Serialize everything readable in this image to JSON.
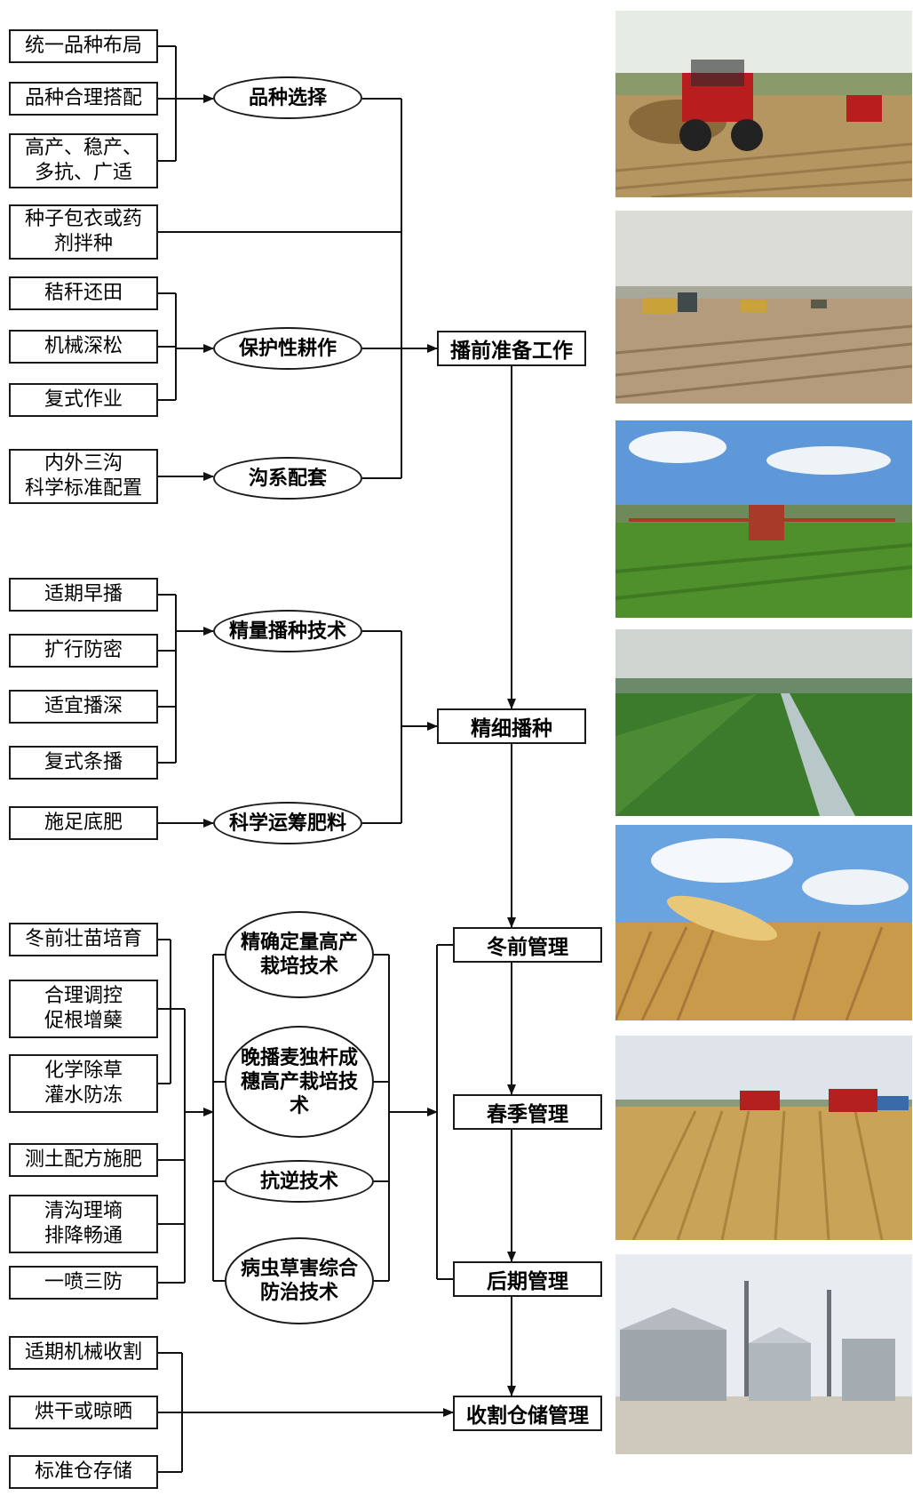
{
  "inputs": {
    "i1": "统一品种布局",
    "i2": "品种合理搭配",
    "i3": "高产、稳产、\n多抗、广适",
    "i4": "种子包衣或药\n剂拌种",
    "i5": "秸秆还田",
    "i6": "机械深松",
    "i7": "复式作业",
    "i8": "内外三沟\n科学标准配置",
    "i9": "适期早播",
    "i10": "扩行防密",
    "i11": "适宜播深",
    "i12": "复式条播",
    "i13": "施足底肥",
    "i14": "冬前壮苗培育",
    "i15": "合理调控\n促根增蘖",
    "i16": "化学除草\n灌水防冻",
    "i17": "测土配方施肥",
    "i18": "清沟理墒\n排降畅通",
    "i19": "一喷三防",
    "i20": "适期机械收割",
    "i21": "烘干或晾晒",
    "i22": "标准仓存储"
  },
  "techniques": {
    "t1": "品种选择",
    "t2": "保护性耕作",
    "t3": "沟系配套",
    "t4": "精量播种技术",
    "t5": "科学运筹肥料",
    "t6": "精确定量高产\n栽培技术",
    "t7": "晚播麦独杆成\n穗高产栽培技\n术",
    "t8": "抗逆技术",
    "t9": "病虫草害综合\n防治技术"
  },
  "stages": {
    "s1": "播前准备工作",
    "s2": "精细播种",
    "s3": "冬前管理",
    "s4": "春季管理",
    "s5": "后期管理",
    "s6": "收割仓储管理"
  },
  "photos": [
    {
      "subject": "tractor-straw-field",
      "sky": "#e6ece4",
      "ground": "#b59660",
      "accent": "#b81e1e"
    },
    {
      "subject": "tilled-field-tractors",
      "sky": "#dcdcd6",
      "ground": "#b39b7c",
      "accent": "#c9a23a"
    },
    {
      "subject": "sprayer-green-wheat",
      "sky": "#5e98d8",
      "ground": "#4f8f2c",
      "accent": "#a83a2a"
    },
    {
      "subject": "wheat-field-canal",
      "sky": "#cfd6d2",
      "ground": "#3c7a2c",
      "accent": "#b8c8c8"
    },
    {
      "subject": "wheat-ears-closeup",
      "sky": "#6aa4e0",
      "ground": "#c99a4a",
      "accent": "#e8c878"
    },
    {
      "subject": "combine-harvesters",
      "sky": "#dfe4ea",
      "ground": "#c9a358",
      "accent": "#b42020"
    },
    {
      "subject": "grain-silos",
      "sky": "#e8ecf0",
      "ground": "#cfc8bc",
      "accent": "#9ea6ac"
    }
  ]
}
